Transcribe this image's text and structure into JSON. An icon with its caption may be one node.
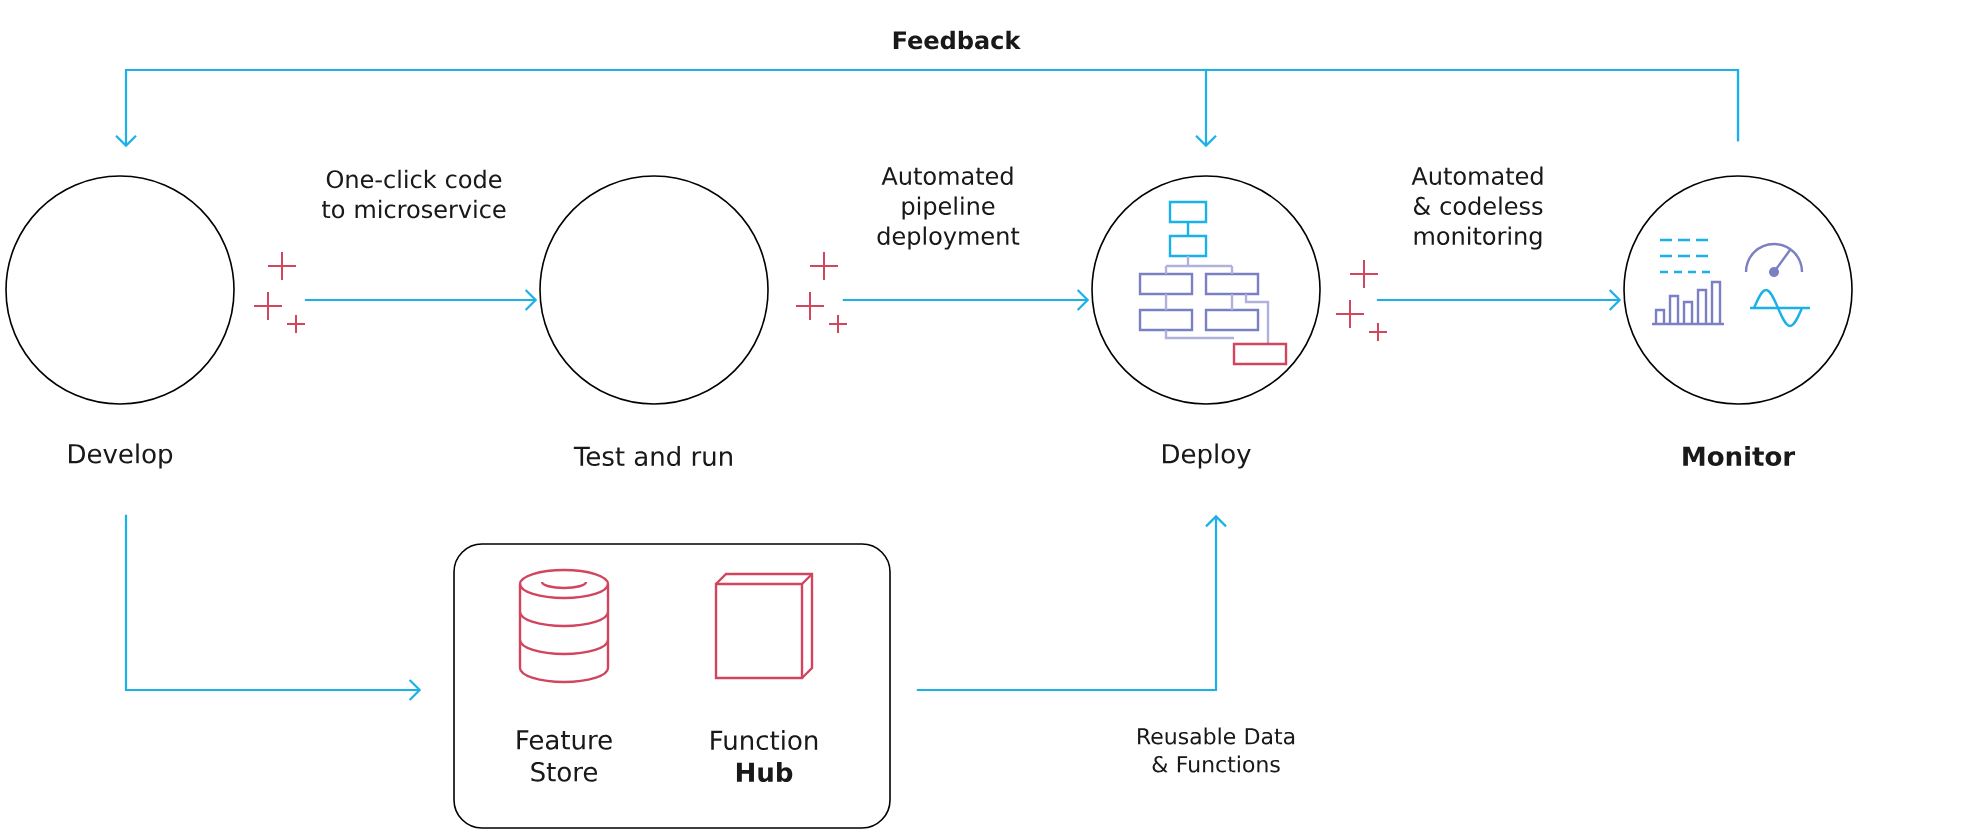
{
  "diagram": {
    "nodes": [
      {
        "text": [
          "Develop"
        ]
      },
      {
        "text": [
          "Test and run"
        ]
      },
      {
        "text": [
          "Deploy"
        ]
      },
      {
        "text": [
          "Monitor"
        ]
      },
      {
        "text": [],
        "shape": "box"
      },
      {
        "text": [
          "Feature Store"
        ],
        "in": 4
      },
      {
        "text": [
          "Function **Hub**"
        ],
        "in": 4
      }
    ],
    "edges": [
      {
        "from": 0,
        "to": 1,
        "arrow": "to",
        "label": "One-click code to microservice"
      },
      {
        "from": 1,
        "to": 2,
        "arrow": "to",
        "label": "Automated pipeline deployment"
      },
      {
        "from": 2,
        "to": 3,
        "arrow": "to",
        "label": "Automated & codeless monitoring"
      },
      {
        "from": 3,
        "to": 0,
        "arrow": "to",
        "label": "Feedback"
      },
      {
        "from": 3,
        "to": 2,
        "arrow": "to"
      },
      {
        "from": 0,
        "to": 4,
        "arrow": "to"
      },
      {
        "from": 4,
        "to": 2,
        "arrow": "to",
        "label": "Reusable Data & Functions"
      }
    ]
  }
}
